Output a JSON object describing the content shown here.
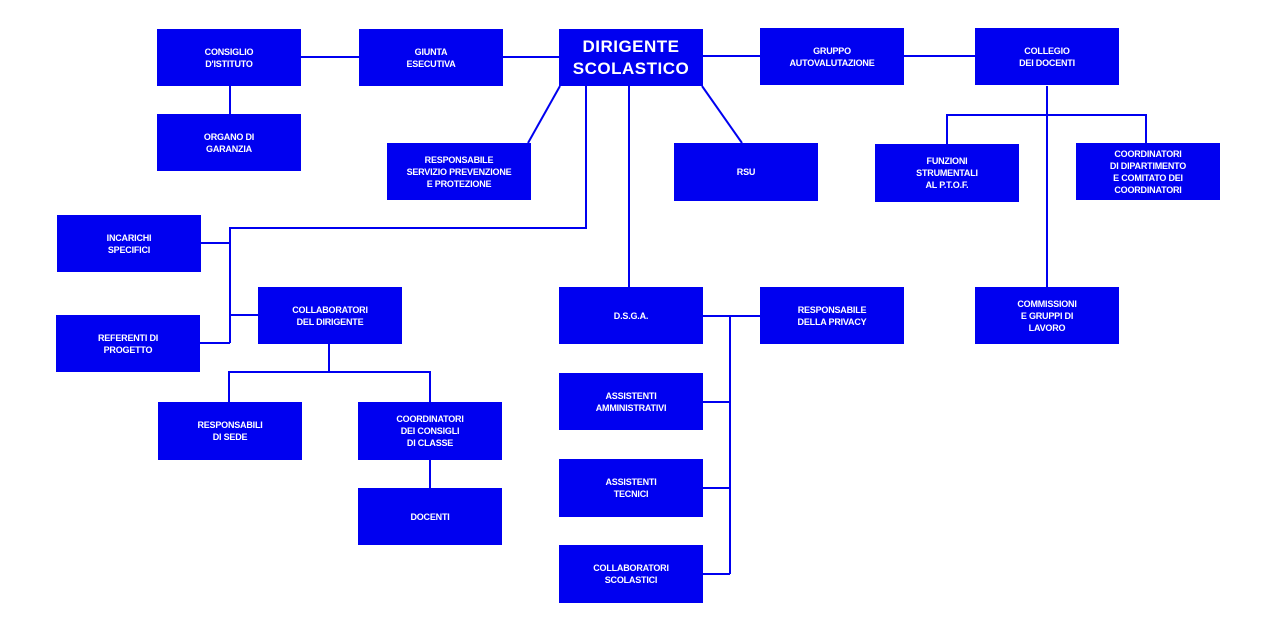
{
  "colors": {
    "box": "#0000f0",
    "line": "#0000f0",
    "text": "#ffffff"
  },
  "nodes": {
    "dirigente": "DIRIGENTE\nSCOLASTICO",
    "consiglio": "CONSIGLIO\nD'ISTITUTO",
    "giunta": "GIUNTA\nESECUTIVA",
    "gruppo": "GRUPPO\nAUTOVALUTAZIONE",
    "collegio": "COLLEGIO\nDEI DOCENTI",
    "organo": "ORGANO DI\nGARANZIA",
    "rspp": "RESPONSABILE\nSERVIZIO PREVENZIONE\nE PROTEZIONE",
    "rsu": "RSU",
    "funzioni": "FUNZIONI\nSTRUMENTALI\nAL P.T.O.F.",
    "coord_dip": "COORDINATORI\nDI DIPARTIMENTO\nE COMITATO DEI\nCOORDINATORI",
    "incarichi": "INCARICHI\nSPECIFICI",
    "referenti": "REFERENTI DI\nPROGETTO",
    "collab_dir": "COLLABORATORI\nDEL DIRIGENTE",
    "dsga": "D.S.G.A.",
    "privacy": "RESPONSABILE\nDELLA PRIVACY",
    "commissioni": "COMMISSIONI\nE GRUPPI DI\nLAVORO",
    "resp_sede": "RESPONSABILI\nDI SEDE",
    "coord_classe": "COORDINATORI\nDEI CONSIGLI\nDI CLASSE",
    "docenti": "DOCENTI",
    "ass_amm": "ASSISTENTI\nAMMINISTRATIVI",
    "ass_tec": "ASSISTENTI\nTECNICI",
    "collab_scol": "COLLABORATORI\nSCOLASTICI"
  }
}
